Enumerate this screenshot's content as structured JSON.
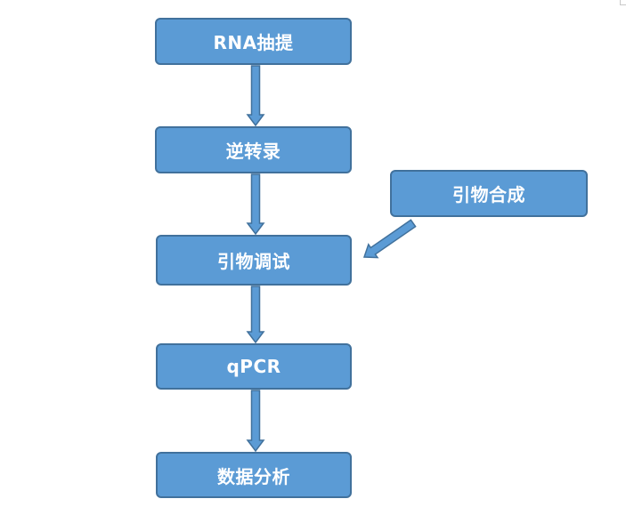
{
  "diagram": {
    "colors": {
      "node_fill": "#5b9bd5",
      "node_border": "#41719c",
      "text": "#ffffff",
      "arrow_fill": "#5b9bd5",
      "arrow_border": "#41719c"
    },
    "nodes": [
      {
        "id": "rna-extraction",
        "label": "RNA抽提"
      },
      {
        "id": "reverse-transcription",
        "label": "逆转录"
      },
      {
        "id": "primer-debugging",
        "label": "引物调试"
      },
      {
        "id": "qpcr",
        "label": "qPCR"
      },
      {
        "id": "data-analysis",
        "label": "数据分析"
      },
      {
        "id": "primer-synthesis",
        "label": "引物合成"
      }
    ],
    "edges": [
      {
        "from": "rna-extraction",
        "to": "reverse-transcription"
      },
      {
        "from": "reverse-transcription",
        "to": "primer-debugging"
      },
      {
        "from": "primer-debugging",
        "to": "qpcr"
      },
      {
        "from": "qpcr",
        "to": "data-analysis"
      },
      {
        "from": "primer-synthesis",
        "to": "primer-debugging"
      }
    ]
  }
}
